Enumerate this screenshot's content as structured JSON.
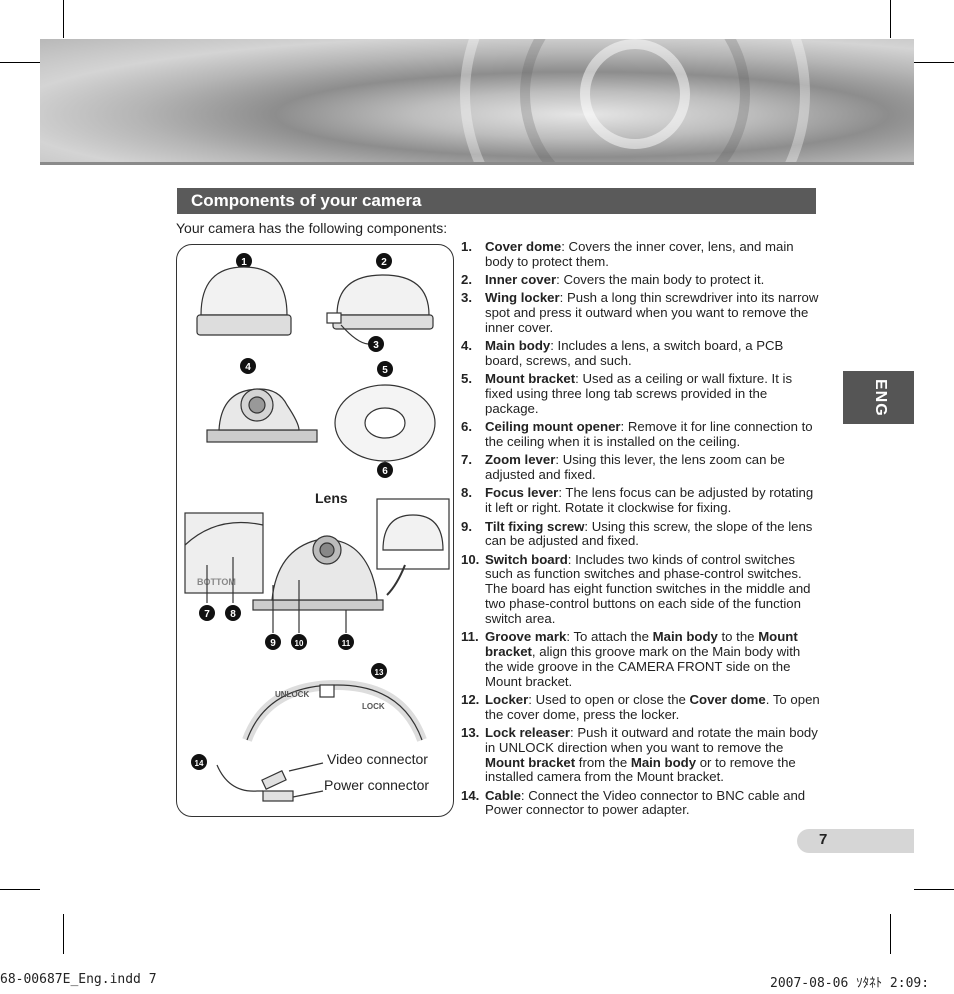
{
  "section": {
    "title": "Components of your camera"
  },
  "intro": "Your camera has the following components:",
  "side_tab": "ENG",
  "page_number": "7",
  "figure": {
    "label_lens": "Lens",
    "label_video_connector": "Video connector",
    "label_power_connector": "Power connector",
    "label_bottom": "BOTTOM",
    "label_unlock": "UNLOCK",
    "label_lock": "LOCK"
  },
  "components": [
    {
      "num": "1.",
      "name": "Cover dome",
      "desc": "Covers the inner cover, lens, and main body to protect them."
    },
    {
      "num": "2.",
      "name": "Inner cover",
      "desc": "Covers the main body to protect it."
    },
    {
      "num": "3.",
      "name": "Wing locker",
      "desc": "Push a long thin screwdriver into its narrow spot and press it outward when you want to remove the inner cover."
    },
    {
      "num": "4.",
      "name": "Main body",
      "desc": "Includes a lens, a switch board, a PCB board, screws, and such."
    },
    {
      "num": "5.",
      "name": "Mount bracket",
      "desc": "Used as a ceiling or wall fixture. It is fixed using three long tab screws provided in the package."
    },
    {
      "num": "6.",
      "name": "Ceiling mount opener",
      "desc": "Remove it for line connection to the ceiling when it is installed on the ceiling."
    },
    {
      "num": "7.",
      "name": "Zoom lever",
      "desc": "Using this lever, the lens zoom can be adjusted and fixed."
    },
    {
      "num": "8.",
      "name": "Focus lever",
      "desc": "The lens focus can be adjusted by rotating it left or right. Rotate it clockwise for fixing."
    },
    {
      "num": "9.",
      "name": "Tilt fixing screw",
      "desc": "Using this screw, the slope of the lens can be adjusted and fixed."
    },
    {
      "num": "10.",
      "name": "Switch board",
      "desc": "Includes two kinds of control switches such as function switches and phase-control switches. The board has eight function switches in the middle and two phase-control buttons on each side of the function switch area."
    },
    {
      "num": "11.",
      "name": "Groove mark",
      "desc_parts": [
        ": To attach the ",
        "Main body",
        " to the ",
        "Mount bracket",
        ", align this groove mark on the Main body with the wide groove in the CAMERA FRONT side on the Mount bracket."
      ]
    },
    {
      "num": "12.",
      "name": "Locker",
      "desc_parts": [
        ": Used to open or close the ",
        "Cover dome",
        ". To open the cover dome, press the locker."
      ]
    },
    {
      "num": "13.",
      "name": "Lock releaser",
      "desc_parts": [
        ": Push it outward and rotate the main body in UNLOCK direction when you want to remove the ",
        "Mount bracket",
        " from the ",
        "Main body",
        " or to remove the installed camera from the Mount bracket."
      ]
    },
    {
      "num": "14.",
      "name": "Cable",
      "desc": "Connect the Video connector to BNC cable and Power connector to power adapter."
    }
  ],
  "footer": {
    "left": "68-00687E_Eng.indd   7",
    "right": "2007-08-06   ｿﾀﾈﾄ 2:09:"
  }
}
